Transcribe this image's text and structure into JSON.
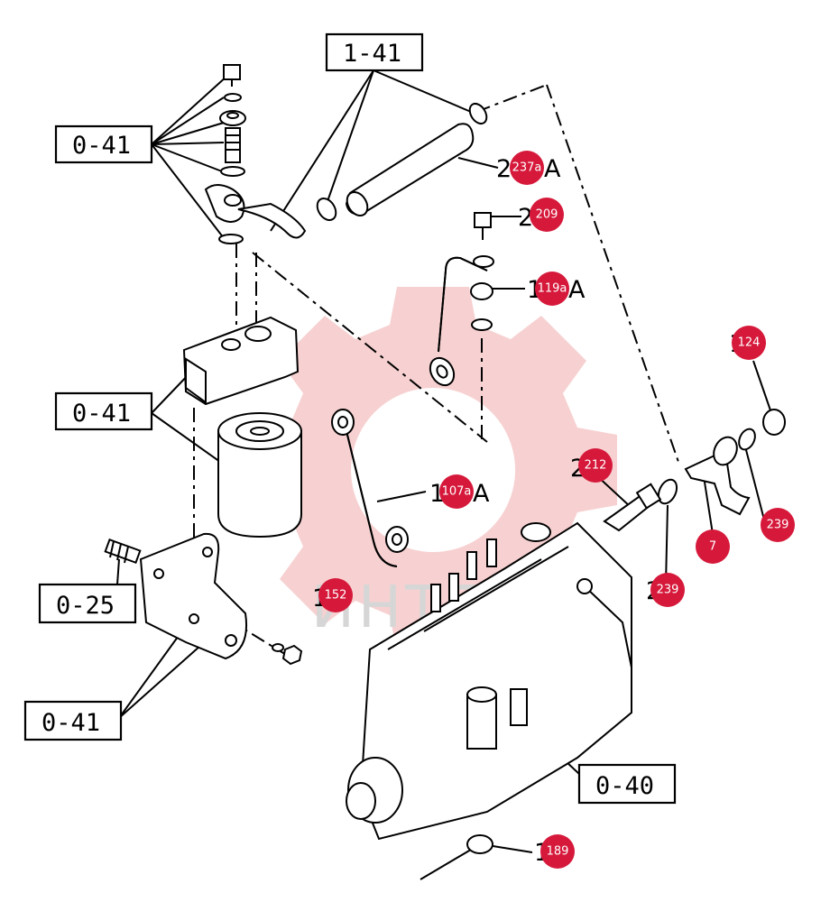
{
  "colors": {
    "callout": "#d6193b",
    "watermark_gear": "#f6c9c9",
    "ink": "#000000"
  },
  "watermark": {
    "text": "ИНТЕХ"
  },
  "reference_boxes": [
    {
      "id": "ref-1-41",
      "text": "1-41"
    },
    {
      "id": "ref-0-41-top",
      "text": "0-41"
    },
    {
      "id": "ref-0-41-mid",
      "text": "0-41"
    },
    {
      "id": "ref-0-25",
      "text": "0-25"
    },
    {
      "id": "ref-0-41-bottom",
      "text": "0-41"
    },
    {
      "id": "ref-0-40",
      "text": "0-40"
    }
  ],
  "callouts": [
    {
      "id": "237a",
      "label": "237a",
      "suffix": "A"
    },
    {
      "id": "209",
      "label": "209",
      "suffix": ""
    },
    {
      "id": "119a",
      "label": "119a",
      "suffix": "A"
    },
    {
      "id": "124",
      "label": "124",
      "suffix": ""
    },
    {
      "id": "212",
      "label": "212",
      "suffix": ""
    },
    {
      "id": "107a",
      "label": "107a",
      "suffix": "A"
    },
    {
      "id": "239-right",
      "label": "239",
      "suffix": ""
    },
    {
      "id": "7",
      "label": "7",
      "suffix": ""
    },
    {
      "id": "239-left",
      "label": "239",
      "suffix": ""
    },
    {
      "id": "152",
      "label": "152",
      "suffix": ""
    },
    {
      "id": "189",
      "label": "189",
      "suffix": ""
    }
  ]
}
